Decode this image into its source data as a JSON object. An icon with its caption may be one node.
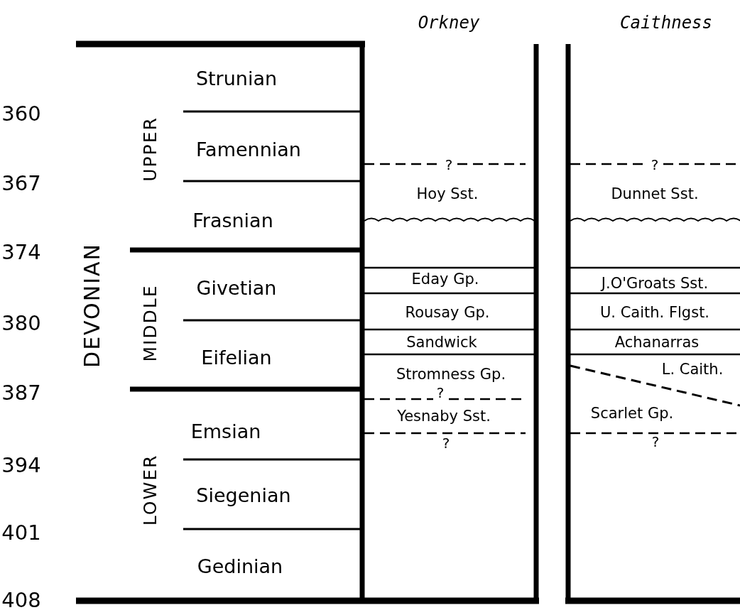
{
  "diagram": {
    "labels": [
      "Orkney",
      "Caithness",
      "Strunian",
      "360",
      "UPPER",
      "Famennian",
      "?",
      "?",
      "367",
      "Hoy Sst.",
      "Dunnet Sst.",
      "Frasnian",
      "374",
      "DEVONIAN",
      "MIDDLE",
      "Givetian",
      "Eday Gp.",
      "J.O'Groats Sst.",
      "Rousay Gp.",
      "U. Caith. Flgst.",
      "380",
      "Sandwick",
      "Achanarras",
      "Eifelian",
      "Stromness Gp.",
      "L. Caith.",
      "387",
      "?",
      "Yesnaby Sst.",
      "Scarlet Gp.",
      "Emsian",
      "?",
      "?",
      "394",
      "LOWER",
      "Siegenian",
      "401",
      "Gedinian",
      "408"
    ]
  }
}
